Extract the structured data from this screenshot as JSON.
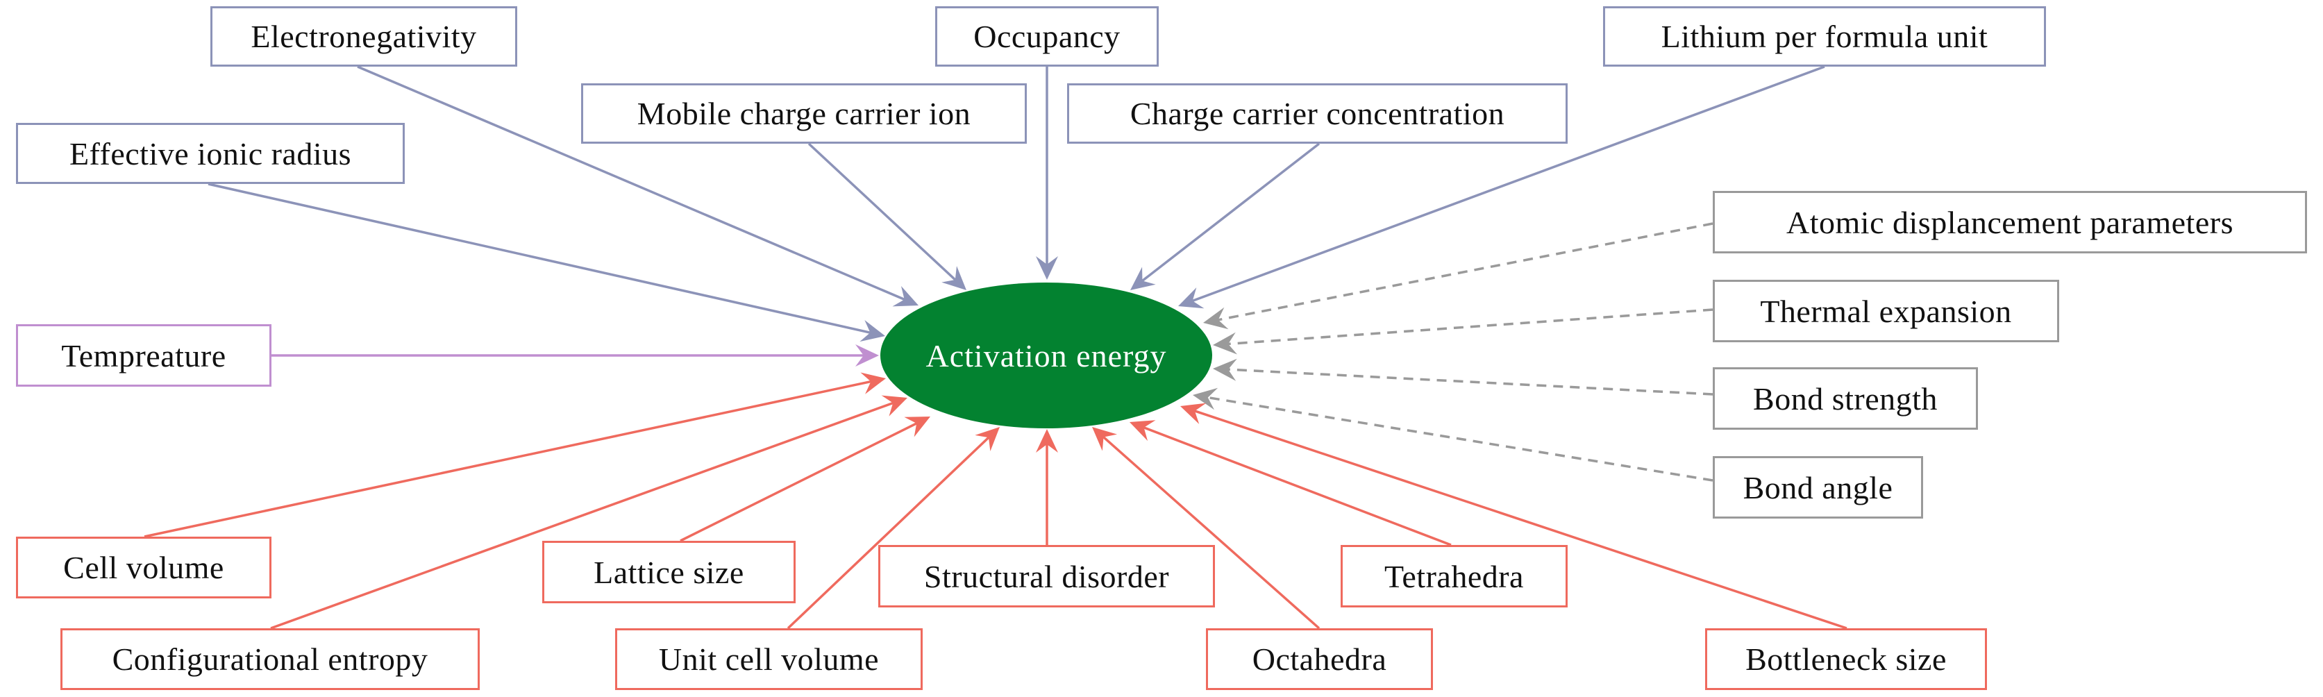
{
  "diagram": {
    "center": {
      "label": "Activation energy",
      "fill": "#038230",
      "text_color": "#ffffff"
    },
    "groups": {
      "blue": {
        "color": "#8c93b8",
        "style": "solid"
      },
      "purple": {
        "color": "#c08fd0",
        "style": "solid"
      },
      "gray": {
        "color": "#9a9a9a",
        "style": "dashed"
      },
      "red": {
        "color": "#ef6a5e",
        "style": "solid"
      }
    },
    "nodes": [
      {
        "id": "electronegativity",
        "label": "Electronegativity",
        "group": "blue"
      },
      {
        "id": "occupancy",
        "label": "Occupancy",
        "group": "blue"
      },
      {
        "id": "lithium-per-formula-unit",
        "label": "Lithium per formula unit",
        "group": "blue"
      },
      {
        "id": "mobile-charge-carrier-ion",
        "label": "Mobile charge carrier ion",
        "group": "blue"
      },
      {
        "id": "charge-carrier-concentration",
        "label": "Charge carrier concentration",
        "group": "blue"
      },
      {
        "id": "effective-ionic-radius",
        "label": "Effective ionic radius",
        "group": "blue"
      },
      {
        "id": "atomic-displacement-parameters",
        "label": "Atomic displancement parameters",
        "group": "gray"
      },
      {
        "id": "thermal-expansion",
        "label": "Thermal expansion",
        "group": "gray"
      },
      {
        "id": "bond-strength",
        "label": "Bond strength",
        "group": "gray"
      },
      {
        "id": "bond-angle",
        "label": "Bond angle",
        "group": "gray"
      },
      {
        "id": "temperature",
        "label": "Tempreature",
        "group": "purple"
      },
      {
        "id": "cell-volume",
        "label": "Cell volume",
        "group": "red"
      },
      {
        "id": "lattice-size",
        "label": "Lattice size",
        "group": "red"
      },
      {
        "id": "structural-disorder",
        "label": "Structural disorder",
        "group": "red"
      },
      {
        "id": "tetrahedra",
        "label": "Tetrahedra",
        "group": "red"
      },
      {
        "id": "configurational-entropy",
        "label": "Configurational entropy",
        "group": "red"
      },
      {
        "id": "unit-cell-volume",
        "label": "Unit cell volume",
        "group": "red"
      },
      {
        "id": "octahedra",
        "label": "Octahedra",
        "group": "red"
      },
      {
        "id": "bottleneck-size",
        "label": "Bottleneck size",
        "group": "red"
      }
    ],
    "edges_into": "Activation energy"
  }
}
